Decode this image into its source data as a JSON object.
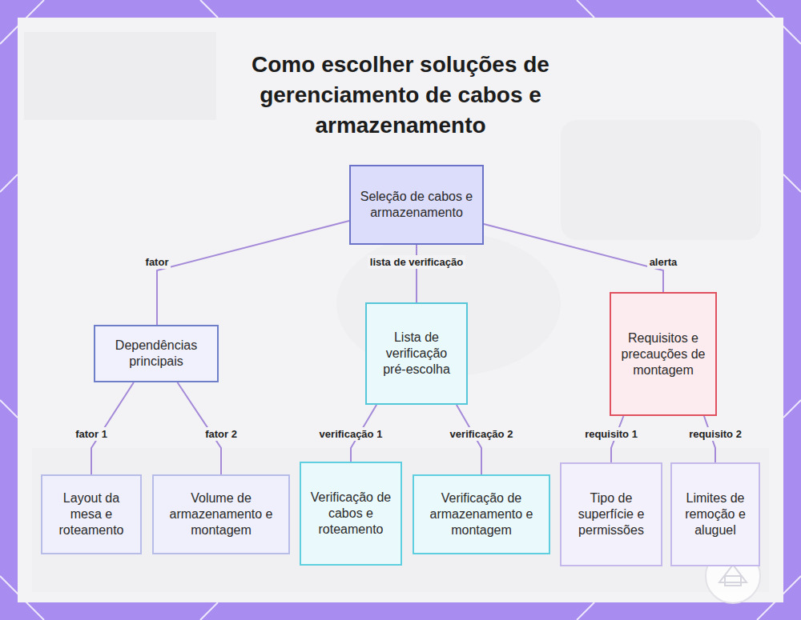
{
  "diagram": {
    "title": "Como escolher soluções de gerenciamento de cabos e armazenamento",
    "nodes": [
      {
        "text": [
          "Seleção de cabos e armazenamento"
        ]
      },
      {
        "text": [
          "Dependências principais"
        ]
      },
      {
        "text": [
          "Lista de verificação pré-escolha"
        ]
      },
      {
        "text": [
          "Requisitos e precauções de montagem"
        ]
      },
      {
        "text": [
          "Layout da mesa e roteamento"
        ]
      },
      {
        "text": [
          "Volume de armazenamento e montagem"
        ]
      },
      {
        "text": [
          "Verificação de cabos e roteamento"
        ]
      },
      {
        "text": [
          "Verificação de armazenamento e montagem"
        ]
      },
      {
        "text": [
          "Tipo de superfície e permissões"
        ]
      },
      {
        "text": [
          "Limites de remoção e aluguel"
        ]
      }
    ],
    "edges": [
      {
        "from": 0,
        "to": 1,
        "label": "fator",
        "arrow": "none"
      },
      {
        "from": 0,
        "to": 2,
        "label": "lista de verificação",
        "arrow": "none"
      },
      {
        "from": 0,
        "to": 3,
        "label": "alerta",
        "arrow": "none"
      },
      {
        "from": 1,
        "to": 4,
        "label": "fator 1",
        "arrow": "none"
      },
      {
        "from": 1,
        "to": 5,
        "label": "fator 2",
        "arrow": "none"
      },
      {
        "from": 2,
        "to": 6,
        "label": "verificação 1",
        "arrow": "none"
      },
      {
        "from": 2,
        "to": 7,
        "label": "verificação 2",
        "arrow": "none"
      },
      {
        "from": 3,
        "to": 8,
        "label": "requisito 1",
        "arrow": "none"
      },
      {
        "from": 3,
        "to": 9,
        "label": "requisito 2",
        "arrow": "none"
      }
    ]
  }
}
